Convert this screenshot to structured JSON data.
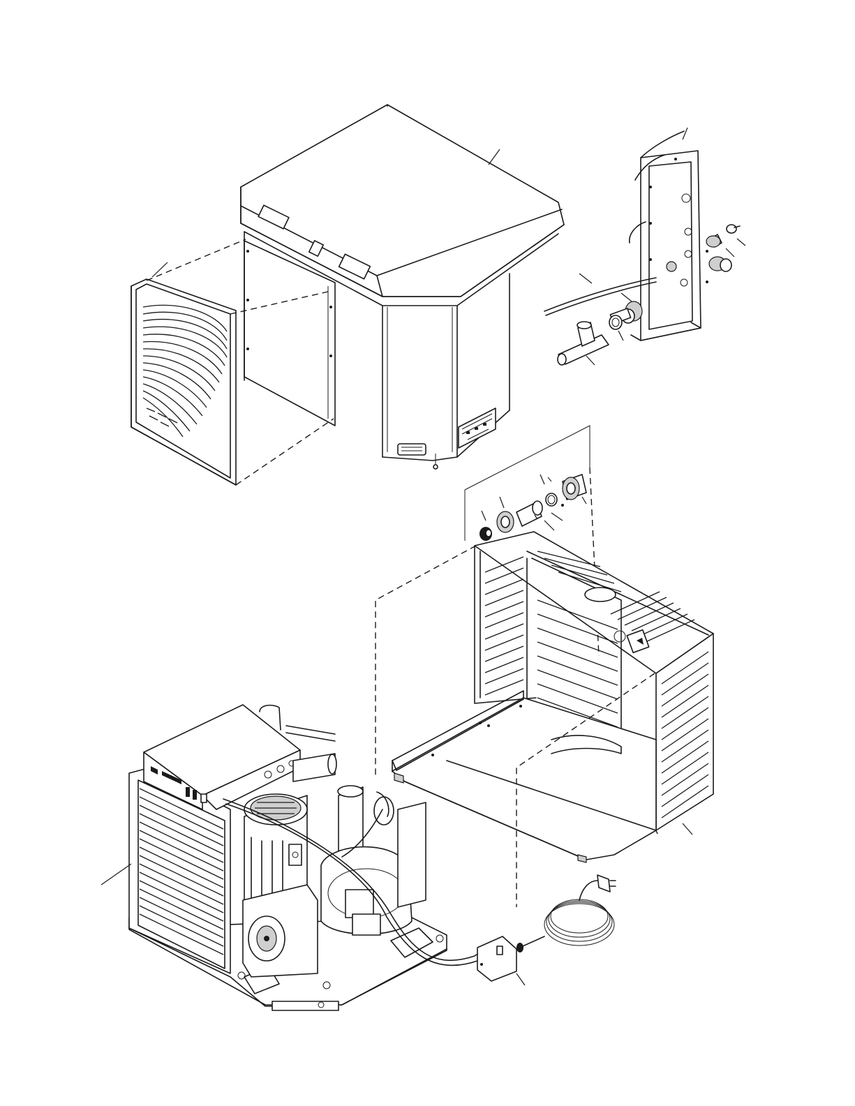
{
  "figure": {
    "type": "exploded-parts-diagram",
    "text_labels": []
  },
  "components": [
    {
      "key": "cabinet_top",
      "icon": "cabinet-top-icon"
    },
    {
      "key": "front_grille",
      "icon": "grille-panel-icon"
    },
    {
      "key": "side_bracket",
      "icon": "bracket-panel-icon"
    },
    {
      "key": "capillary_tube",
      "icon": "tube-icon"
    },
    {
      "key": "tee_fitting",
      "icon": "tee-fitting-icon"
    },
    {
      "key": "bulkhead_fitting",
      "icon": "bulkhead-fitting-icon"
    },
    {
      "key": "union_assembly",
      "icon": "union-fitting-icon"
    },
    {
      "key": "louvered_frame",
      "icon": "louvered-frame-icon"
    },
    {
      "key": "chassis_base",
      "icon": "chassis-icon"
    },
    {
      "key": "power_cord",
      "icon": "power-cord-icon"
    }
  ]
}
